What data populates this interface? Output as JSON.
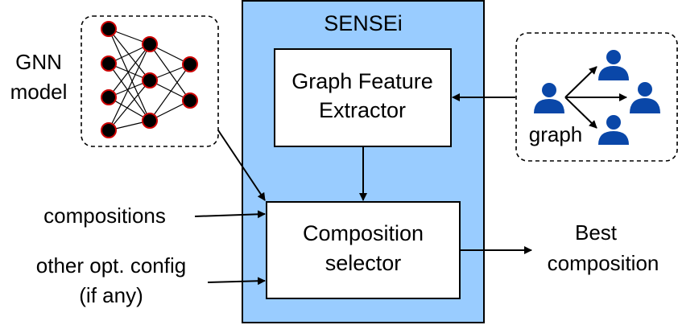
{
  "system": {
    "title": "SENSEi",
    "fill_color": "#99ccff",
    "stroke_color": "#000000"
  },
  "feature_extractor": {
    "line1": "Graph Feature",
    "line2": "Extractor"
  },
  "selector": {
    "line1": "Composition",
    "line2": "selector"
  },
  "gnn_model": {
    "line1": "GNN",
    "line2": "model",
    "node_fill": "#000000",
    "node_stroke": "#cc0000"
  },
  "graph_input": {
    "label": "graph",
    "icon_color": "#0a47a8",
    "icon": "user-icon"
  },
  "inputs": {
    "compositions": "compositions",
    "other_line1": "other opt. config",
    "other_line2": "(if any)"
  },
  "output": {
    "line1": "Best",
    "line2": "composition"
  }
}
